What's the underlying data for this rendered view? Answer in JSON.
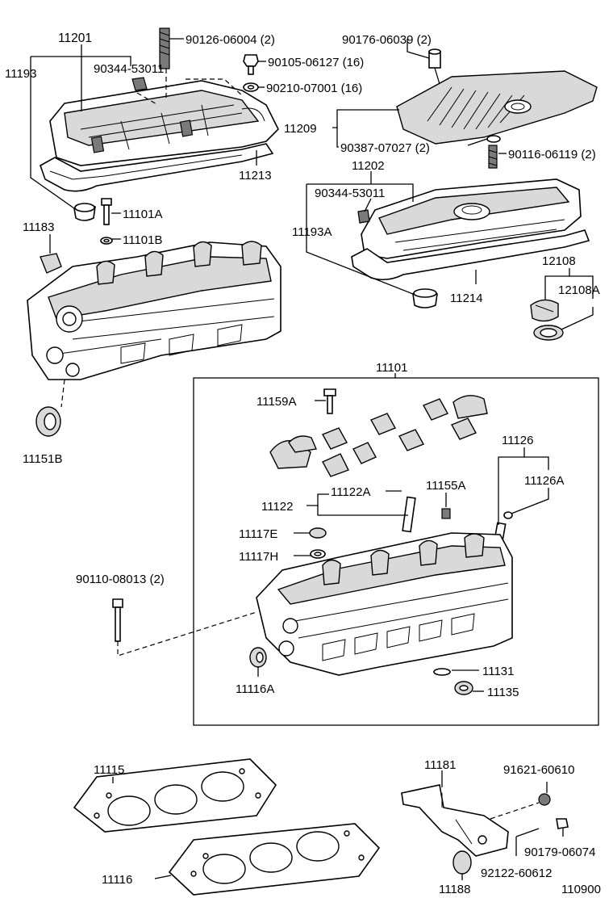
{
  "diagram": {
    "labels": {
      "l11201": "11201",
      "l11193": "11193",
      "l90344a": "90344-53011",
      "l90126": "90126-06004 (2)",
      "l90105": "90105-06127 (16)",
      "l90210": "90210-07001 (16)",
      "l11213": "11213",
      "l11183": "11183",
      "l11101A": "11101A",
      "l11101B": "11101B",
      "l11151B": "11151B",
      "l90176": "90176-06039 (2)",
      "l11209": "11209",
      "l90387": "90387-07027 (2)",
      "l90116": "90116-06119 (2)",
      "l11202": "11202",
      "l90344b": "90344-53011",
      "l11193A": "11193A",
      "l11214": "11214",
      "l12108": "12108",
      "l12108A": "12108A",
      "l11101": "11101",
      "l11159A": "11159A",
      "l11126": "11126",
      "l11126A": "11126A",
      "l11122": "11122",
      "l11122A": "11122A",
      "l11155A": "11155A",
      "l11117E": "11117E",
      "l11117H": "11117H",
      "l90110": "90110-08013 (2)",
      "l11116A": "11116A",
      "l11131": "11131",
      "l11135": "11135",
      "l11115": "11115",
      "l11116": "11116",
      "l11181": "11181",
      "l91621": "91621-60610",
      "l90179": "90179-06074",
      "l92122": "92122-60612",
      "l11188": "11188",
      "l110900": "110900"
    }
  }
}
